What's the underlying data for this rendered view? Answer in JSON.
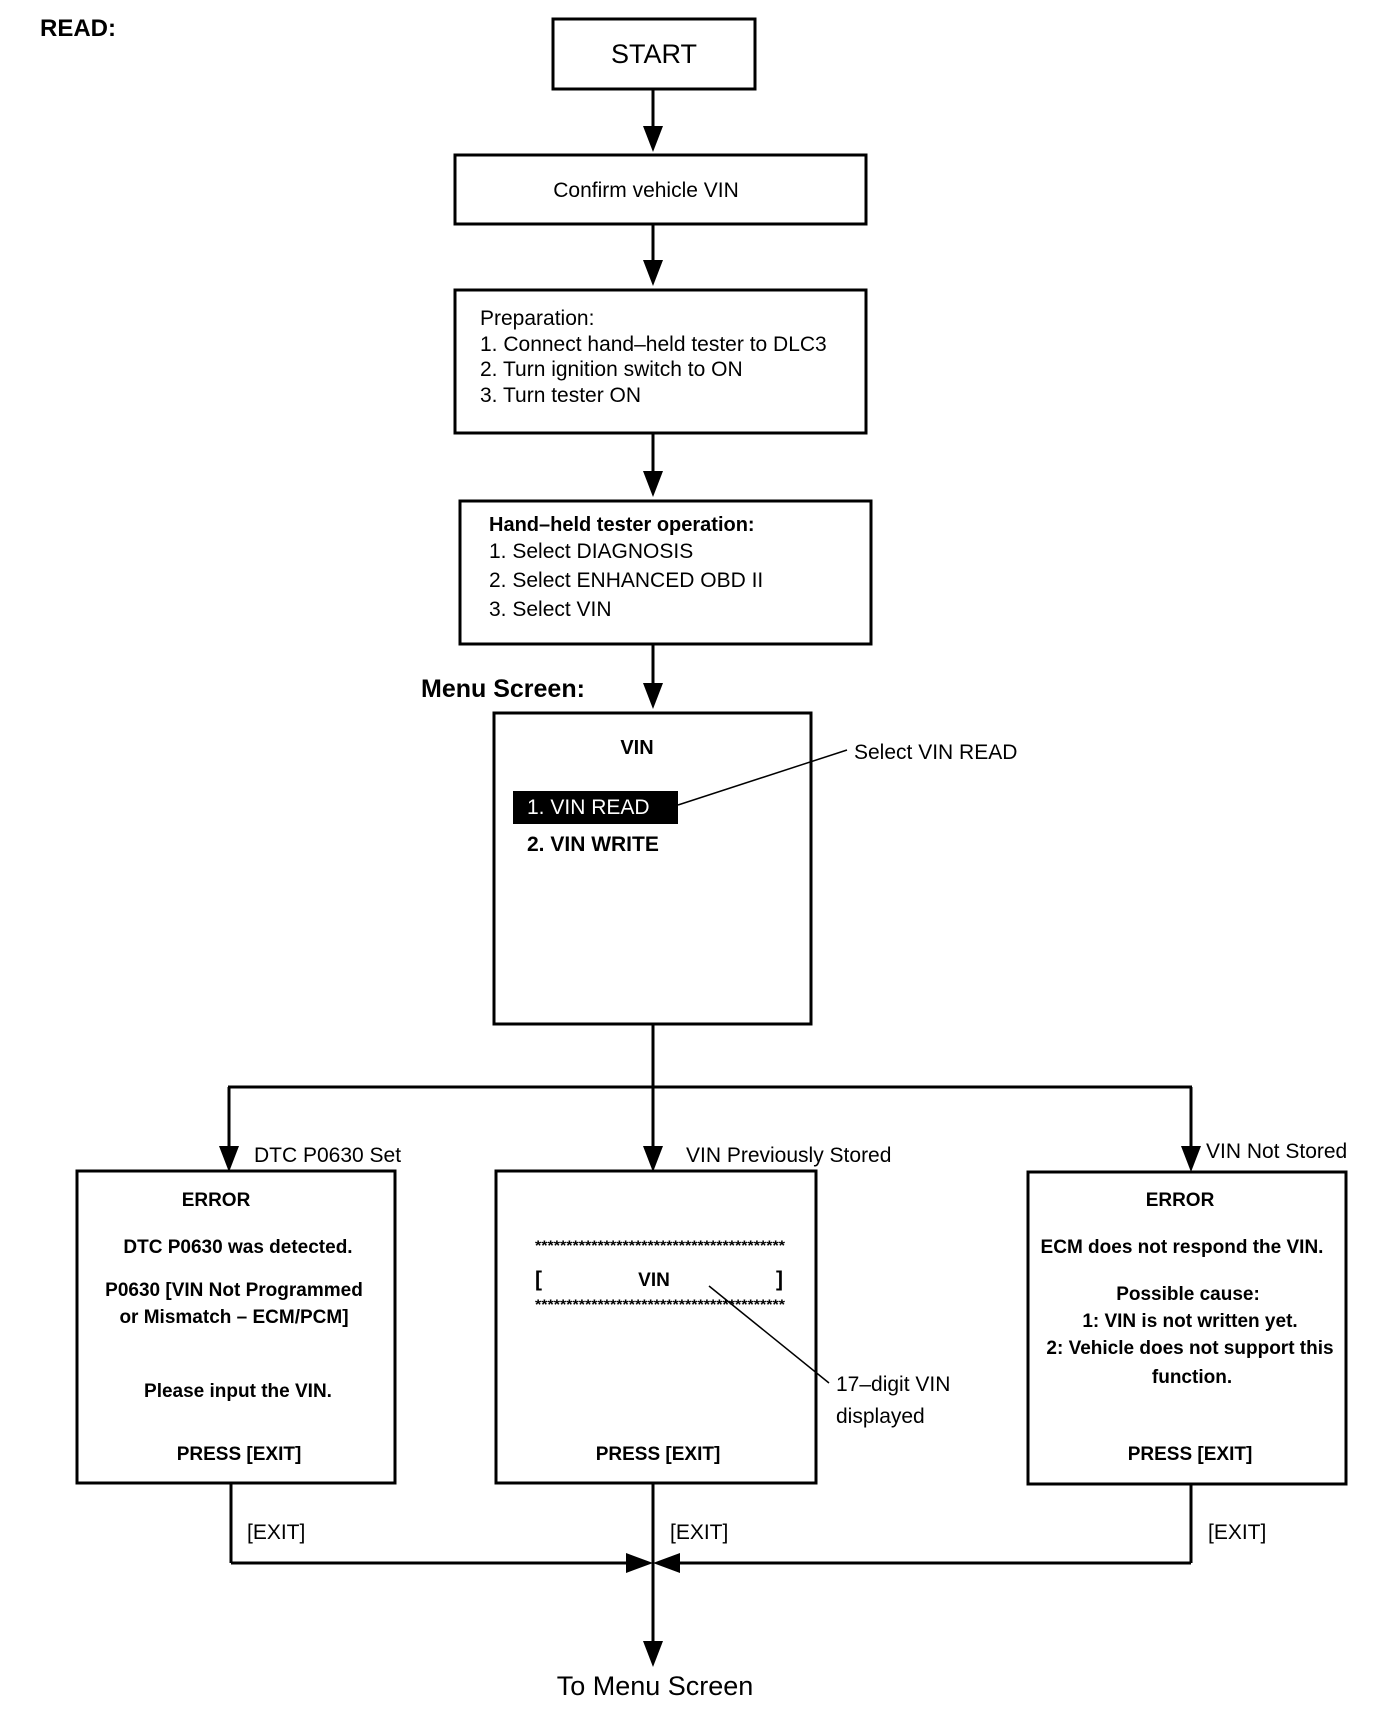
{
  "heading": "READ:",
  "start_box": {
    "label": "START"
  },
  "confirm_box": {
    "label": "Confirm vehicle VIN"
  },
  "preparation_box": {
    "title": "Preparation:",
    "steps": [
      "1. Connect hand–held tester to DLC3",
      "2. Turn ignition switch to ON",
      "3. Turn tester ON"
    ]
  },
  "operation_box": {
    "title": "Hand–held tester operation:",
    "steps": [
      "1. Select DIAGNOSIS",
      "2. Select ENHANCED OBD II",
      "3. Select VIN"
    ]
  },
  "menu_screen": {
    "label": "Menu Screen:",
    "title": "VIN",
    "items": [
      "1. VIN READ",
      "2. VIN WRITE"
    ],
    "callout": "Select VIN READ"
  },
  "branches": {
    "left": {
      "condition": "DTC P0630 Set",
      "title": "ERROR",
      "line1": "DTC P0630 was detected.",
      "line2": "P0630  [VIN Not Programmed",
      "line3": "or Mismatch – ECM/PCM]",
      "line4": "Please input the VIN.",
      "press": "PRESS [EXIT]",
      "exit": "[EXIT]"
    },
    "middle": {
      "condition": "VIN Previously Stored",
      "stars": "****************************************",
      "bracket_open": "[",
      "vin": "VIN",
      "bracket_close": "]",
      "callout1": "17–digit VIN",
      "callout2": "displayed",
      "press": "PRESS [EXIT]",
      "exit": "[EXIT]"
    },
    "right": {
      "condition": "VIN Not Stored",
      "title": "ERROR",
      "line1": "ECM does not respond the VIN.",
      "line2": "Possible cause:",
      "line3": "1: VIN is not written yet.",
      "line4": "2: Vehicle does not support this",
      "line5": "function.",
      "press": "PRESS [EXIT]",
      "exit": "[EXIT]"
    }
  },
  "end_label": "To Menu Screen"
}
